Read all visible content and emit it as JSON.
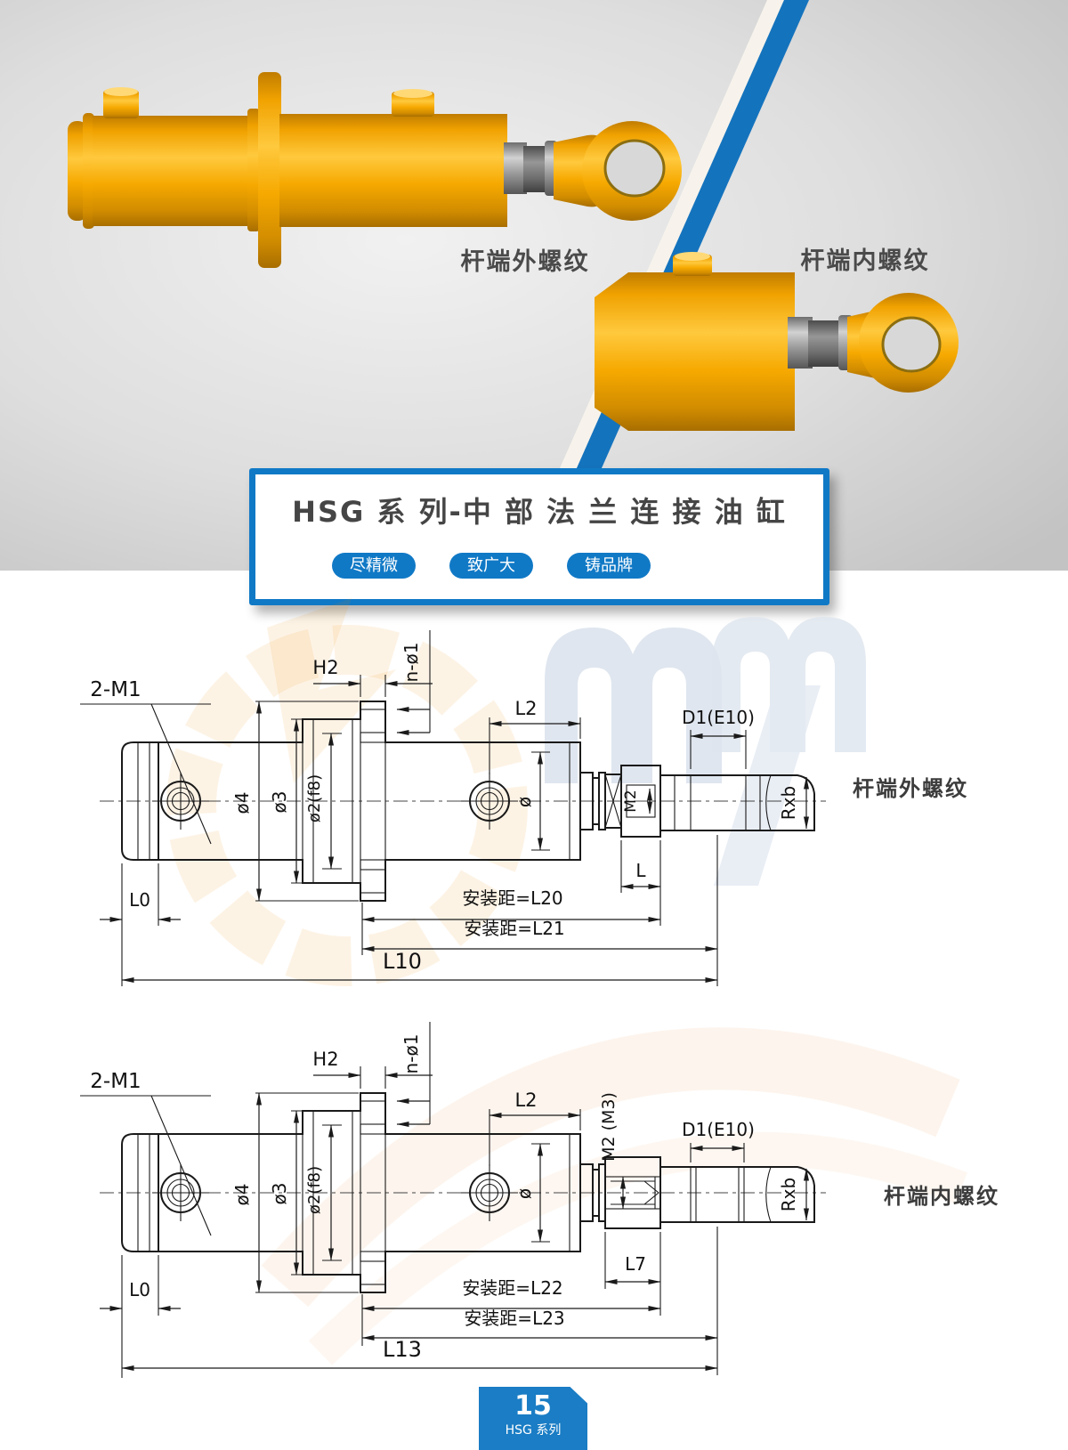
{
  "hero": {
    "left_caption": "杆端外螺纹",
    "right_caption": "杆端内螺纹",
    "colors": {
      "cylinder_yellow": "#f5a800",
      "divider_blue": "#1473bd",
      "background_gray": "#d9d9d9",
      "label_gray": "#4a4a4a"
    }
  },
  "title_card": {
    "title": "HSG 系 列-中 部 法 兰 连 接 油 缸",
    "badges": [
      {
        "label": "尽精微"
      },
      {
        "label": "致广大"
      },
      {
        "label": "铸品牌"
      }
    ],
    "accent_blue": "#1079c6"
  },
  "drawings": {
    "external": {
      "caption": "杆端外螺纹",
      "dims": {
        "rear_thread": "2-M1",
        "flange_thickness": "H2",
        "bolt_holes": "n-ø1",
        "head_length": "L2",
        "pin_bore": "D1(E10)",
        "flange_od": "ø4",
        "pilot_od": "ø3",
        "spigot": "ø2(f8)",
        "bore": "ø",
        "rod_thread": "M2",
        "rod_od": "Rxb",
        "thread_length": "L",
        "rear_length": "L0",
        "mount_a": "安装距=L20",
        "mount_b": "安装距=L21",
        "overall": "L10"
      }
    },
    "internal": {
      "caption": "杆端内螺纹",
      "dims": {
        "rear_thread": "2-M1",
        "flange_thickness": "H2",
        "bolt_holes": "n-ø1",
        "head_length": "L2",
        "pin_bore": "D1(E10)",
        "flange_od": "ø4",
        "pilot_od": "ø3",
        "spigot": "ø2(f8)",
        "bore": "ø",
        "rod_thread": "M2 (M3)",
        "rod_od": "Rxb",
        "thread_length": "L7",
        "rear_length": "L0",
        "mount_a": "安装距=L22",
        "mount_b": "安装距=L23",
        "overall": "L13"
      }
    }
  },
  "footer": {
    "page_number": "15",
    "series": "HSG 系列",
    "box_blue": "#1a7dc5"
  }
}
